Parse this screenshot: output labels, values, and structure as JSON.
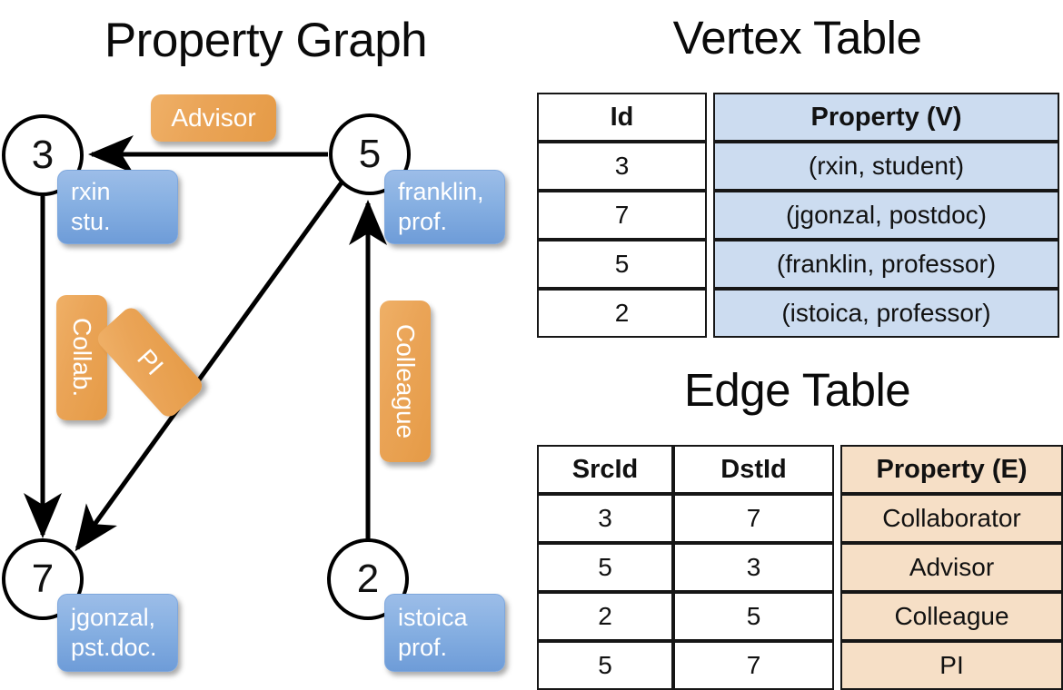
{
  "titles": {
    "property_graph": "Property Graph",
    "vertex_table": "Vertex Table",
    "edge_table": "Edge Table"
  },
  "graph": {
    "nodes": [
      {
        "id": "3",
        "name": "rxin",
        "role": "stu."
      },
      {
        "id": "5",
        "name": "franklin,",
        "role": "prof."
      },
      {
        "id": "7",
        "name": "jgonzal,",
        "role": "pst.doc."
      },
      {
        "id": "2",
        "name": "istoica",
        "role": "prof."
      }
    ],
    "edge_labels": [
      {
        "key": "advisor",
        "text": "Advisor"
      },
      {
        "key": "collab",
        "text": "Collab."
      },
      {
        "key": "pi",
        "text": "PI"
      },
      {
        "key": "colleague",
        "text": "Colleague"
      }
    ]
  },
  "vertex_table": {
    "headers": [
      "Id",
      "Property (V)"
    ],
    "rows": [
      {
        "id": "3",
        "property": "(rxin, student)"
      },
      {
        "id": "7",
        "property": "(jgonzal, postdoc)"
      },
      {
        "id": "5",
        "property": "(franklin, professor)"
      },
      {
        "id": "2",
        "property": "(istoica, professor)"
      }
    ]
  },
  "edge_table": {
    "headers": [
      "SrcId",
      "DstId",
      "Property (E)"
    ],
    "rows": [
      {
        "src": "3",
        "dst": "7",
        "property": "Collaborator"
      },
      {
        "src": "5",
        "dst": "3",
        "property": "Advisor"
      },
      {
        "src": "2",
        "dst": "5",
        "property": "Colleague"
      },
      {
        "src": "5",
        "dst": "7",
        "property": "PI"
      }
    ]
  },
  "colors": {
    "vertex_fill": "#ccdcf0",
    "edge_fill": "#f6dfc6",
    "node_box": "#87b0e2",
    "label_box": "#eaa457",
    "stroke": "#161616"
  }
}
